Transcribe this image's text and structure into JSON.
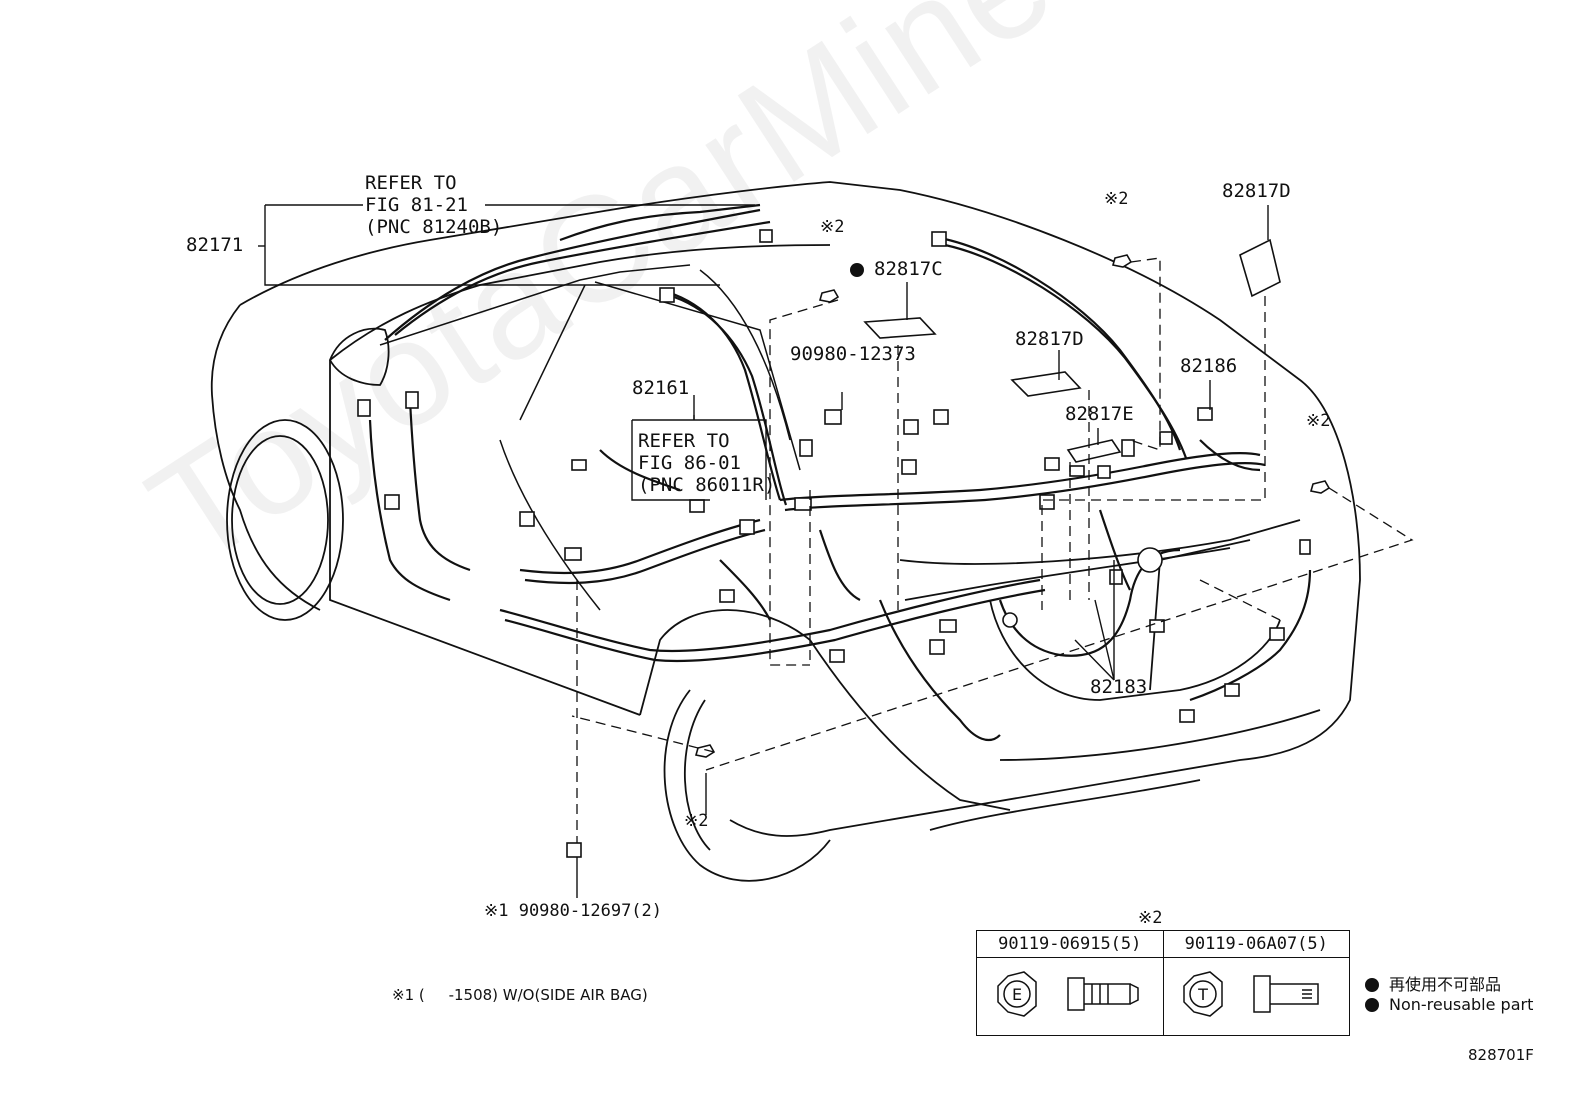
{
  "watermark": "ToyotaCarMine.ru",
  "labels": {
    "refer_81": "REFER TO\nFIG 81-21\n(PNC 81240B)",
    "p82171": "82171",
    "p82161": "82161",
    "refer_86": "REFER TO\nFIG 86-01\n(PNC 86011R)",
    "p90980_12373": "90980-12373",
    "p82817C": "82817C",
    "p82817D_mid": "82817D",
    "p82817E": "82817E",
    "p82817D_top": "82817D",
    "p82186": "82186",
    "p82183": "82183",
    "mark2_a": "※2",
    "mark2_b": "※2",
    "mark2_c": "※2",
    "mark2_d": "※2",
    "mark1_part": "※1 90980-12697(2)",
    "footnote": "※1 (     -1508) W/O(SIDE AIR BAG)",
    "fig_code": "828701F"
  },
  "fastener_table": {
    "mark": "※2",
    "col1_part": "90119-06915(5)",
    "col1_letter": "E",
    "col2_part": "90119-06A07(5)",
    "col2_letter": "T"
  },
  "legend": {
    "jp": "再使用不可部品",
    "en": "Non-reusable part"
  }
}
